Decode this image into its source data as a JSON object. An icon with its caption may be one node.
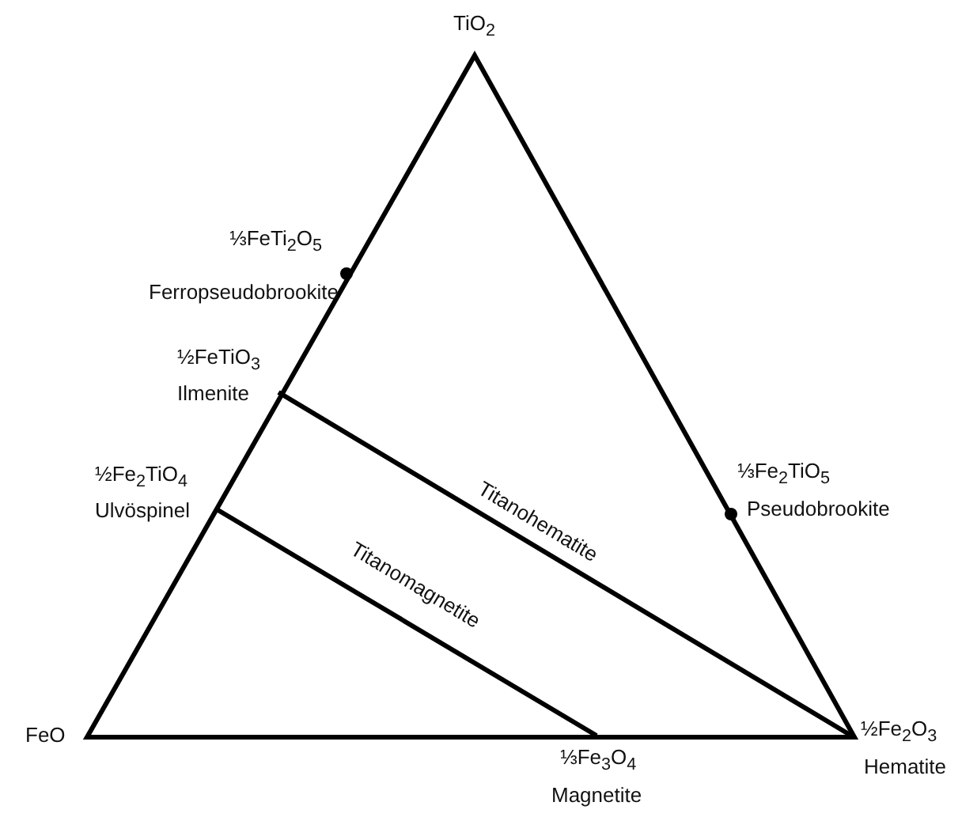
{
  "diagram": {
    "labels": [
      "TiO$_{2}$",
      "⅓FeTi$_{2}$O$_{5}$",
      "Ferropseudobrookite",
      "½FeTiO$_{3}$",
      "Ilmenite",
      "½Fe$_{2}$TiO$_{4}$",
      "Ulvöspinel",
      "⅓Fe$_{2}$TiO$_{5}$",
      "Pseudobrookite",
      "Titanohematite",
      "Titanomagnetite",
      "FeO",
      "⅓Fe$_{3}$O$_{4}$",
      "Magnetite",
      "½Fe$_{2}$O$_{3}$",
      "Hematite"
    ]
  }
}
